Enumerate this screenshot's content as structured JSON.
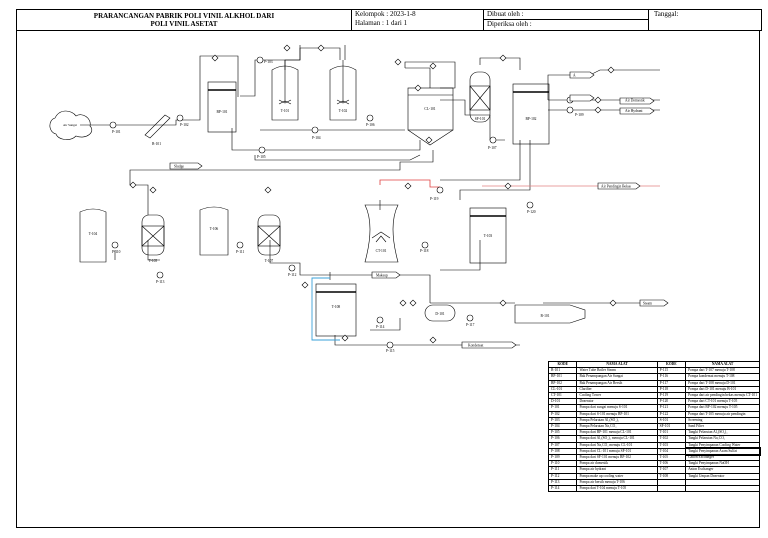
{
  "header": {
    "title_line1": "PRARANCANGAN PABRIK  POLI VINIL ALKHOL DARI",
    "title_line2": "POLI VINIL ASETAT",
    "kelompok": "Kelompok : 2023-1-8",
    "halaman": "Halaman   : 1 dari 1",
    "dibuat": "Dibuat oleh     :",
    "diperiksa": "Diperiksa oleh :",
    "tanggal": "Tanggal:"
  },
  "equipment_labels": {
    "b101": "B-101",
    "bp101": "BP-101",
    "p101": "P-101",
    "p102": "P-102",
    "p103": "P-103",
    "p104": "P-104",
    "p105": "P-105",
    "p106": "P-106",
    "p107": "P-107",
    "p108": "P-108",
    "p109": "P-109",
    "p110": "P-110",
    "p111": "P-111",
    "p112": "P-112",
    "p113": "P-113",
    "p114": "P-114",
    "p115": "P-115",
    "p117": "P-117",
    "p118": "P-118",
    "p119": "P-119",
    "p120": "P-120",
    "t101": "T-101",
    "t102": "T-102",
    "t103": "T-103",
    "t104": "T-104",
    "t105": "T-105",
    "t106": "T-106",
    "t107": "T-107",
    "t108": "T-108",
    "cl101": "CL-101",
    "sf101": "SF-101",
    "ct101": "CT-101",
    "d101": "D-101",
    "bp102": "BP-102",
    "river": "Air Sungai"
  },
  "stream_labels": {
    "air_proses": "Air Proses",
    "air_domestik": "Air Domestik",
    "air_hydrant": "Air Hydrant",
    "sludge": "Sludge",
    "air_pendingin_bekas": "Air Pendingin Bekas",
    "makeup": "Makeup",
    "kondensat": "Kondensat",
    "steam": "Steam",
    "stream_a": "A",
    "stream_b": "B"
  },
  "legend": {
    "headers": [
      "KODE",
      "NAMA ALAT",
      "KODE",
      "NAMA ALAT"
    ],
    "rows": [
      [
        "B-101",
        "Water Tube Boiler Steam",
        "P-115",
        "Pompa dari T-107 menuju T-108"
      ],
      [
        "BP-101",
        "Bak Penampungan Air Sungai",
        "P-116",
        "Pompa kondensat menuju T-108"
      ],
      [
        "BP-102",
        "Bak Penampungan Air Bersih",
        "P-117",
        "Pompa dari T-108 menuju D-101"
      ],
      [
        "CL-101",
        "Clarifier",
        "P-118",
        "Pompa dari D-101 menuju B-101"
      ],
      [
        "CT-101",
        "Cooling Tower",
        "P-119",
        "Pompa dari air pendingin bekas menuju CT-101"
      ],
      [
        "D-101",
        "Deaerator",
        "P-120",
        "Pompa dari CT-101 menuju T-105"
      ],
      [
        "P-101",
        "Pompa dari sungai menuju S-101",
        "P-121",
        "Pompa dari BP-102 menuju T-105"
      ],
      [
        "P-102",
        "Pompa dari S-101 menuju BP-101",
        "P-122",
        "Pompa dari T-105 menuju air pendingin"
      ],
      [
        "P-103",
        "Pompa Pelarutan Al₂(SO₄)₃",
        "S-101",
        "Screening"
      ],
      [
        "P-104",
        "Pompa Pelarutan Na₂CO₃",
        "SF-101",
        "Sand Filter"
      ],
      [
        "P-105",
        "Pompa dari BP-101 menuju CL-101",
        "T-101",
        "Tangki Pelarutan Al₂(SO₄)₃"
      ],
      [
        "P-106",
        "Pompa dari Al₂(SO₄)₃ menuju CL-101",
        "T-102",
        "Tangki Pelarutan Na₂CO₃"
      ],
      [
        "P-107",
        "Pompa dari Na₂CO₃ menuju CL-101",
        "T-103",
        "Tangki Penyimpanan Cooling Water"
      ],
      [
        "P-108",
        "Pompa dari CL-101 menuju SF-101",
        "T-104",
        "Tangki Penyimpanan Asam Sulfat"
      ],
      [
        "P-109",
        "Pompa dari SF-101 menuju BP-102",
        "T-105",
        "Cation Exchanger"
      ],
      [
        "P-110",
        "Pompa air domestik",
        "T-106",
        "Tangki Penyimpanan NaOH"
      ],
      [
        "P-111",
        "Pompa air hydrant",
        "T-107",
        "Anion Exchanger"
      ],
      [
        "P-112",
        "Pompa make up cooling water",
        "T-108",
        "Tangki Umpan Deaerator"
      ],
      [
        "P-113",
        "Pompa air bersih menuju T-106",
        "",
        ""
      ],
      [
        "P-114",
        "Pompa dari T-104 menuju T-105",
        "",
        ""
      ]
    ]
  }
}
